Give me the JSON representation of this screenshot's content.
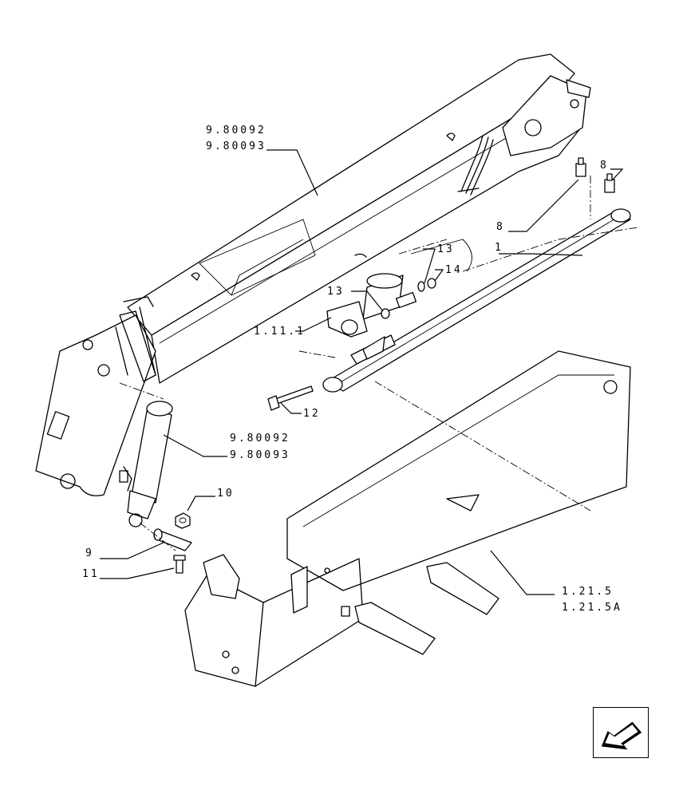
{
  "callouts": {
    "boom_ref_a": "9.80092",
    "boom_ref_b": "9.80093",
    "cyl_ref_a": "9.80092",
    "cyl_ref_b": "9.80093",
    "fitting_top": "8",
    "fitting_mid": "8",
    "cylinder": "1",
    "item_13_upper": "13",
    "item_14": "14",
    "item_13_left": "13",
    "ref_1_11_1": "1.11.1",
    "bolt_12": "12",
    "nut_10": "10",
    "pin_9": "9",
    "bolt_11": "11",
    "frame_ref_a": "1.21.5",
    "frame_ref_b": "1.21.5A"
  },
  "navigation": {
    "icon": "previous-page-arrow-icon"
  }
}
